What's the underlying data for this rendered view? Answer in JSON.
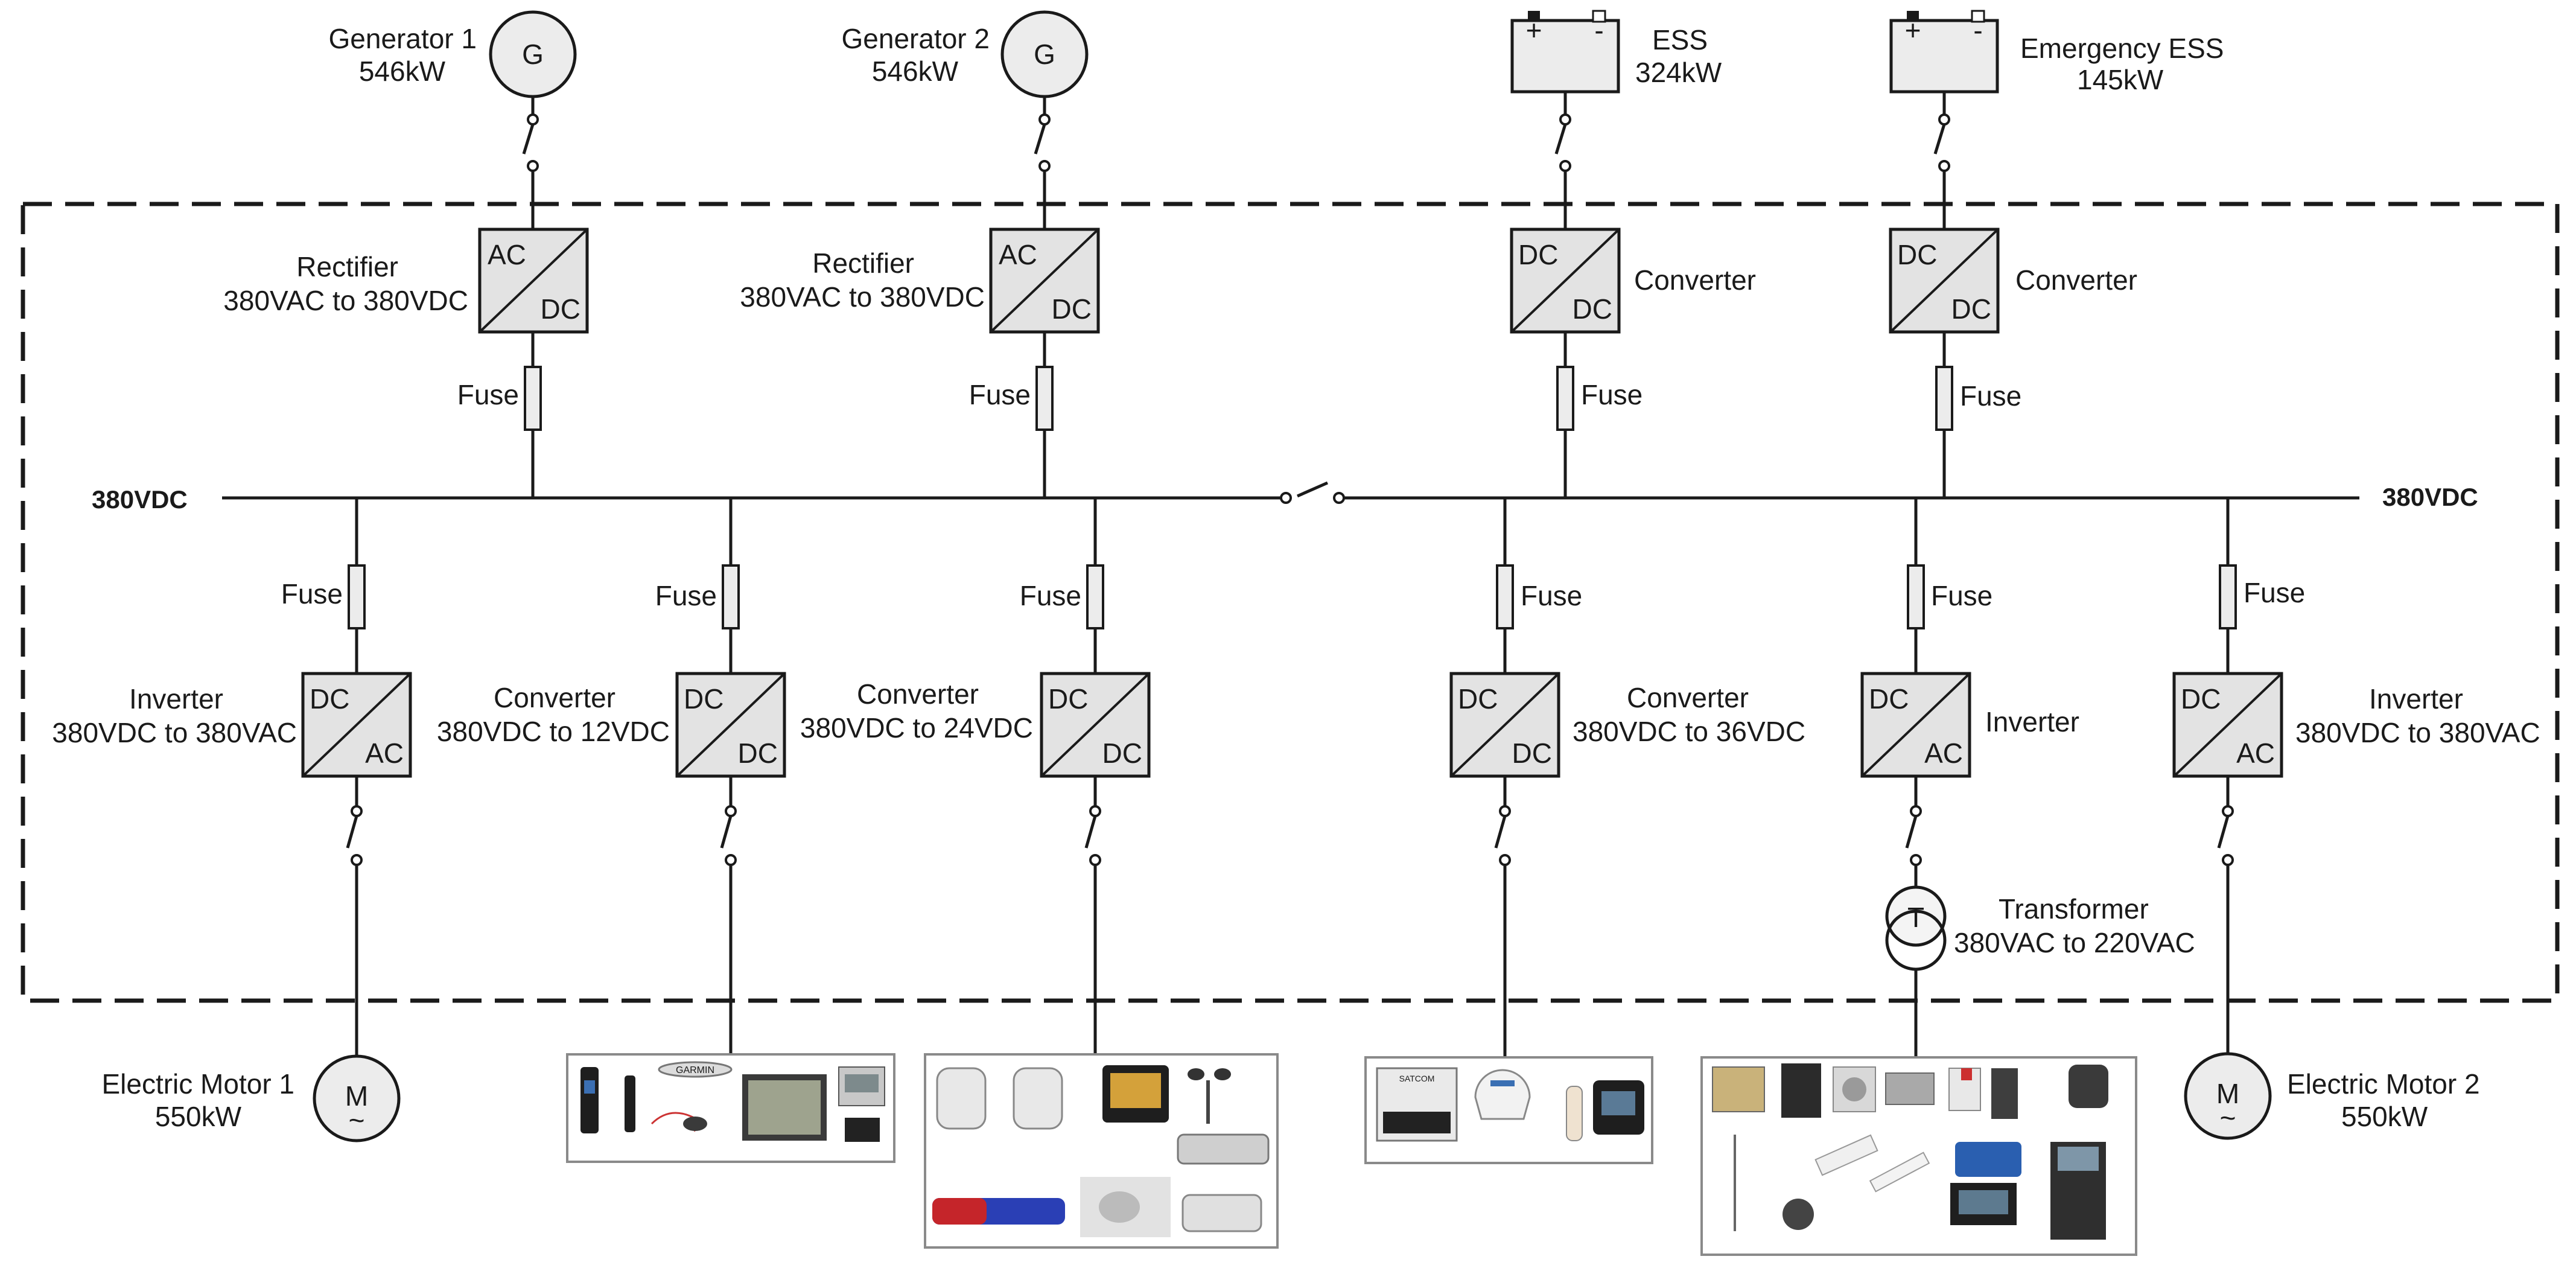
{
  "sources": {
    "gen1": {
      "name": "Generator 1",
      "power": "546kW",
      "symbol": "G"
    },
    "gen2": {
      "name": "Generator 2",
      "power": "546kW",
      "symbol": "G"
    },
    "ess": {
      "name": "ESS",
      "power": "324kW",
      "plus": "+",
      "minus": "-"
    },
    "emergency_ess": {
      "name": "Emergency ESS",
      "power": "145kW",
      "plus": "+",
      "minus": "-"
    }
  },
  "upper_converters": {
    "rect1": {
      "title": "Rectifier",
      "spec": "380VAC to 380VDC",
      "in": "AC",
      "out": "DC"
    },
    "rect2": {
      "title": "Rectifier",
      "spec": "380VAC to 380VDC",
      "in": "AC",
      "out": "DC"
    },
    "conv_ess": {
      "title": "Converter",
      "in": "DC",
      "out": "DC"
    },
    "conv_eess": {
      "title": "Converter",
      "in": "DC",
      "out": "DC"
    }
  },
  "fuse_label": "Fuse",
  "bus": {
    "left_label": "380VDC",
    "right_label": "380VDC"
  },
  "lower_converters": {
    "inv1": {
      "title": "Inverter",
      "spec": "380VDC to 380VAC",
      "in": "DC",
      "out": "AC"
    },
    "conv12": {
      "title": "Converter",
      "spec": "380VDC to 12VDC",
      "in": "DC",
      "out": "DC"
    },
    "conv24": {
      "title": "Converter",
      "spec": "380VDC to 24VDC",
      "in": "DC",
      "out": "DC"
    },
    "conv36": {
      "title": "Converter",
      "spec": "380VDC to 36VDC",
      "in": "DC",
      "out": "DC"
    },
    "inv_mid": {
      "title": "Inverter",
      "in": "DC",
      "out": "AC"
    },
    "inv2": {
      "title": "Inverter",
      "spec": "380VDC to 380VAC",
      "in": "DC",
      "out": "AC"
    }
  },
  "transformer": {
    "title": "Transformer",
    "spec": "380VAC to 220VAC",
    "symbol": "T"
  },
  "loads": {
    "motor1": {
      "name": "Electric Motor 1",
      "power": "550kW",
      "symbol": "M",
      "tilde": "~"
    },
    "motor2": {
      "name": "Electric Motor 2",
      "power": "550kW",
      "symbol": "M",
      "tilde": "~"
    },
    "panel_12v": {
      "brand_text": "GARMIN"
    },
    "panel_36v": {
      "brand_text": "SATCOM"
    }
  },
  "colors": {
    "line": "#1a1a1a",
    "box_fill": "#e3e3e3",
    "panel_border": "#8a8a8a"
  }
}
